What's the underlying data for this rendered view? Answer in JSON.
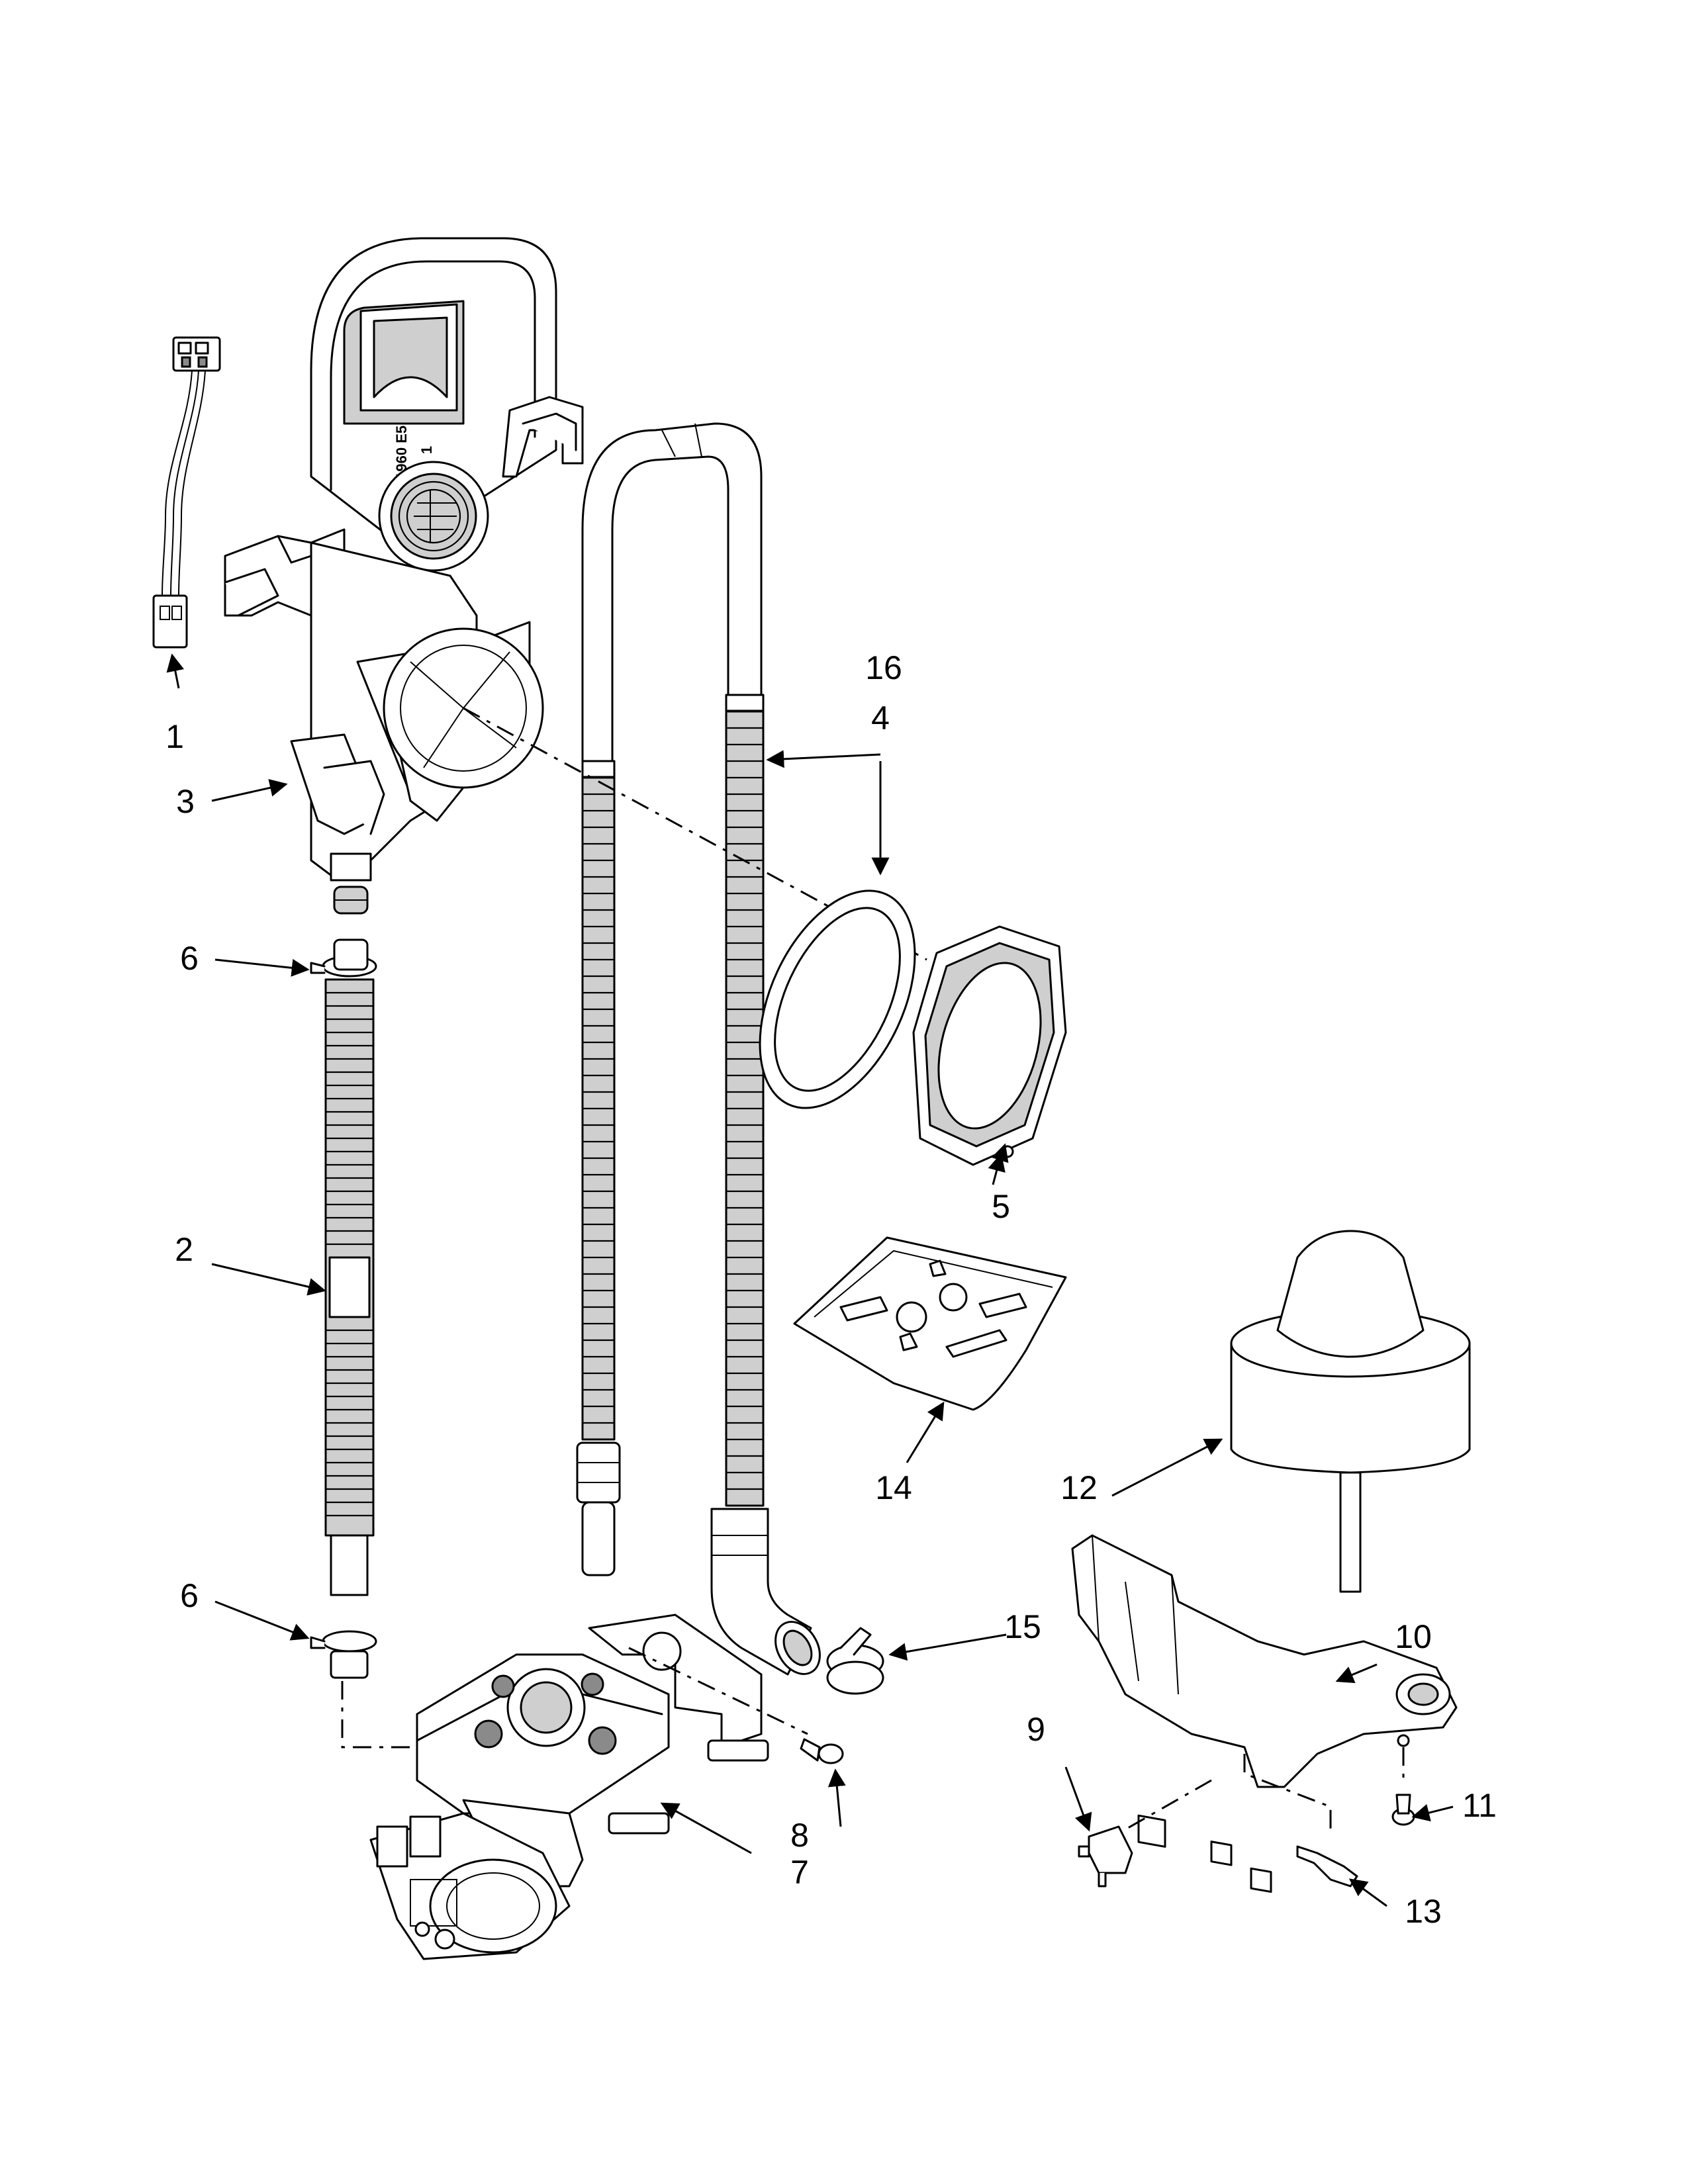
{
  "diagram": {
    "callouts": [
      {
        "id": "c1",
        "label": "1"
      },
      {
        "id": "c2",
        "label": "2"
      },
      {
        "id": "c3",
        "label": "3"
      },
      {
        "id": "c4",
        "label": "4"
      },
      {
        "id": "c5",
        "label": "5"
      },
      {
        "id": "c6a",
        "label": "6"
      },
      {
        "id": "c6b",
        "label": "6"
      },
      {
        "id": "c7",
        "label": "7"
      },
      {
        "id": "c8",
        "label": "8"
      },
      {
        "id": "c9",
        "label": "9"
      },
      {
        "id": "c10",
        "label": "10"
      },
      {
        "id": "c11",
        "label": "11"
      },
      {
        "id": "c12",
        "label": "12"
      },
      {
        "id": "c13",
        "label": "13"
      },
      {
        "id": "c14",
        "label": "14"
      },
      {
        "id": "c15",
        "label": "15"
      },
      {
        "id": "c16",
        "label": "16"
      }
    ],
    "housing_stamp": {
      "line1": "51960 E5",
      "line2": "1"
    }
  }
}
